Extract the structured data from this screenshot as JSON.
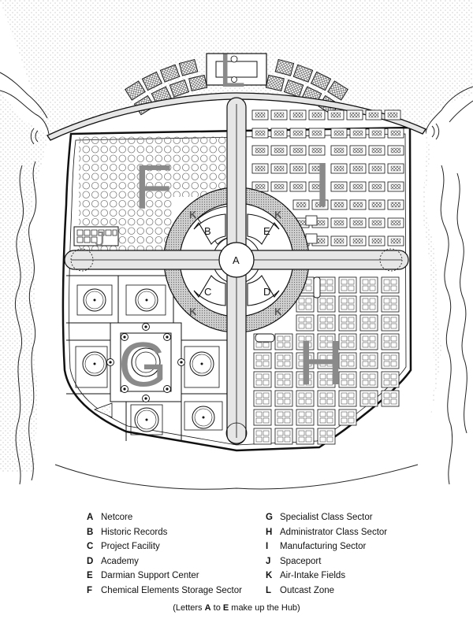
{
  "map": {
    "region_labels": {
      "F": "F",
      "I": "I",
      "G": "G",
      "H": "H",
      "L": "L",
      "J": "J"
    },
    "hub_labels": {
      "A": "A",
      "B": "B",
      "C": "C",
      "D": "D",
      "E": "E"
    },
    "k_label": "K"
  },
  "legend": {
    "left": [
      {
        "key": "A",
        "label": "Netcore"
      },
      {
        "key": "B",
        "label": "Historic Records"
      },
      {
        "key": "C",
        "label": "Project Facility"
      },
      {
        "key": "D",
        "label": "Academy"
      },
      {
        "key": "E",
        "label": "Darmian Support Center"
      },
      {
        "key": "F",
        "label": "Chemical Elements Storage Sector"
      }
    ],
    "right": [
      {
        "key": "G",
        "label": "Specialist Class Sector"
      },
      {
        "key": "H",
        "label": "Administrator Class Sector"
      },
      {
        "key": "I",
        "label": "Manufacturing Sector"
      },
      {
        "key": "J",
        "label": "Spaceport"
      },
      {
        "key": "K",
        "label": "Air-Intake Fields"
      },
      {
        "key": "L",
        "label": "Outcast Zone"
      }
    ]
  },
  "note": {
    "prefix": "(Letters ",
    "from": "A",
    "mid": " to ",
    "to": "E",
    "suffix": " make up the Hub)"
  }
}
